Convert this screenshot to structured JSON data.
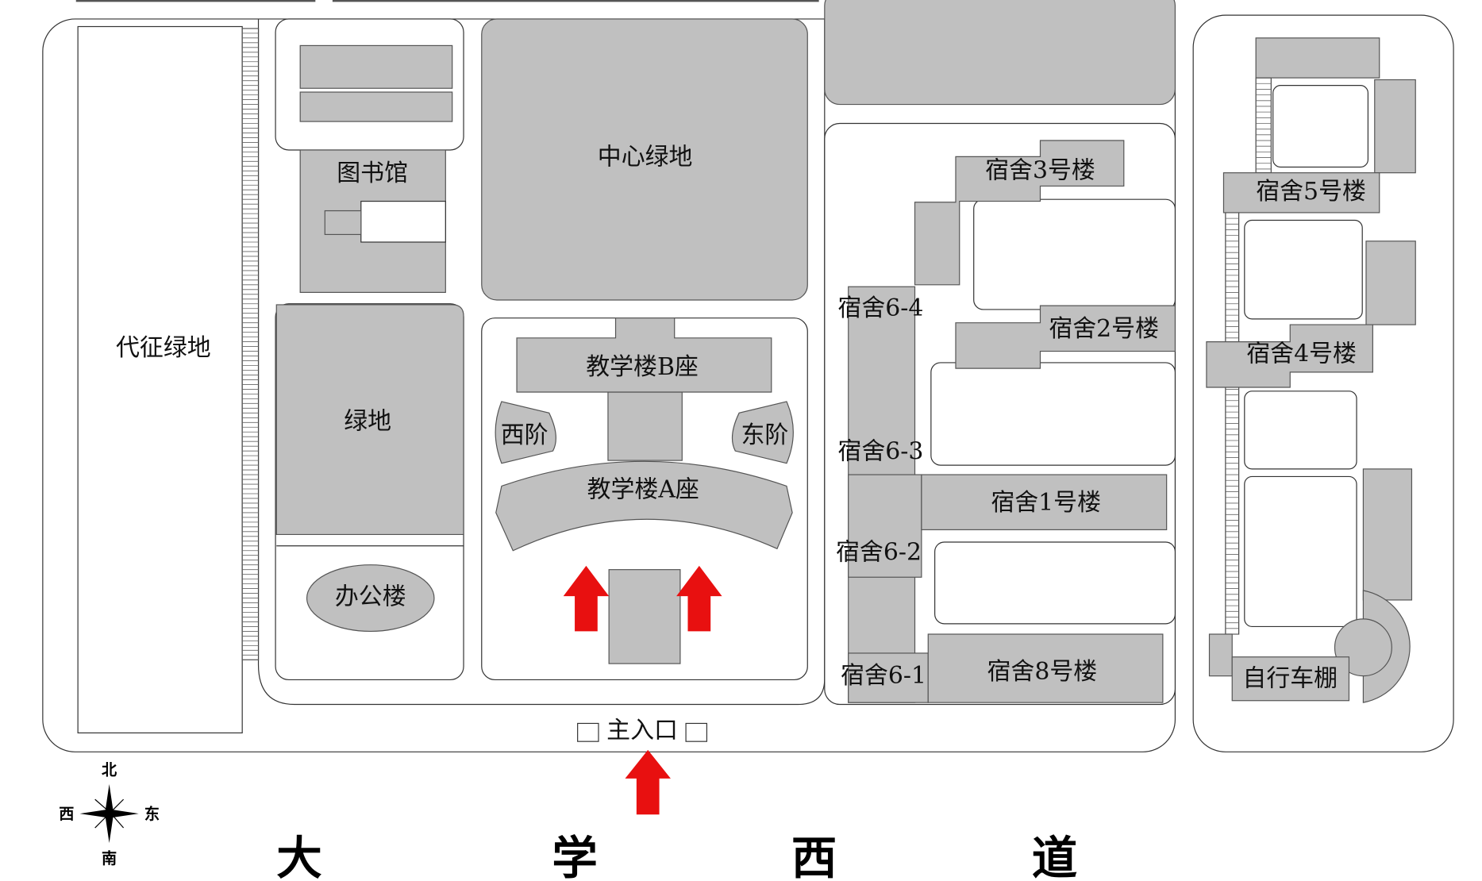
{
  "map": {
    "areas": {
      "reserved_green": "代征绿地",
      "library": "图书馆",
      "central_green": "中心绿地",
      "green": "绿地",
      "office": "办公楼",
      "teaching_b": "教学楼B座",
      "teaching_a": "教学楼A座",
      "west_steps": "西阶",
      "east_steps": "东阶",
      "dorm_3": "宿舍3号楼",
      "dorm_2": "宿舍2号楼",
      "dorm_1": "宿舍1号楼",
      "dorm_8": "宿舍8号楼",
      "dorm_6_4": "宿舍6-4",
      "dorm_6_3": "宿舍6-3",
      "dorm_6_2": "宿舍6-2",
      "dorm_6_1": "宿舍6-1",
      "dorm_5": "宿舍5号楼",
      "dorm_4": "宿舍4号楼",
      "bike_shed": "自行车棚"
    },
    "main_entrance": "主入口",
    "road_chars": [
      "大",
      "学",
      "西",
      "道"
    ],
    "compass": {
      "north": "北",
      "south": "南",
      "west": "西",
      "east": "东"
    },
    "colors": {
      "building": "#c0c0c0",
      "arrow": "#e81010"
    }
  }
}
